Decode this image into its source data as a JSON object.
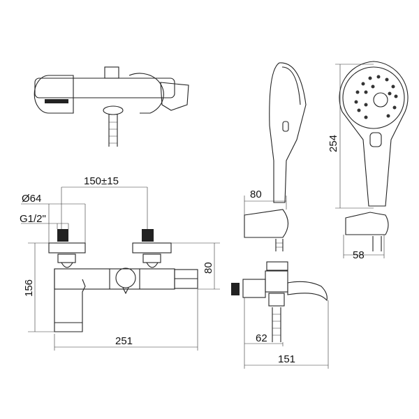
{
  "dimensions": {
    "inlet_spacing": "150±15",
    "escutcheon_diameter": "Ø64",
    "thread": "G1/2\"",
    "height": "156",
    "wall_to_body": "80",
    "width": "251",
    "holder_projection": "80",
    "handshower_length": "254",
    "holder_width": "58",
    "spout_offset": "62",
    "spout_length": "151"
  }
}
